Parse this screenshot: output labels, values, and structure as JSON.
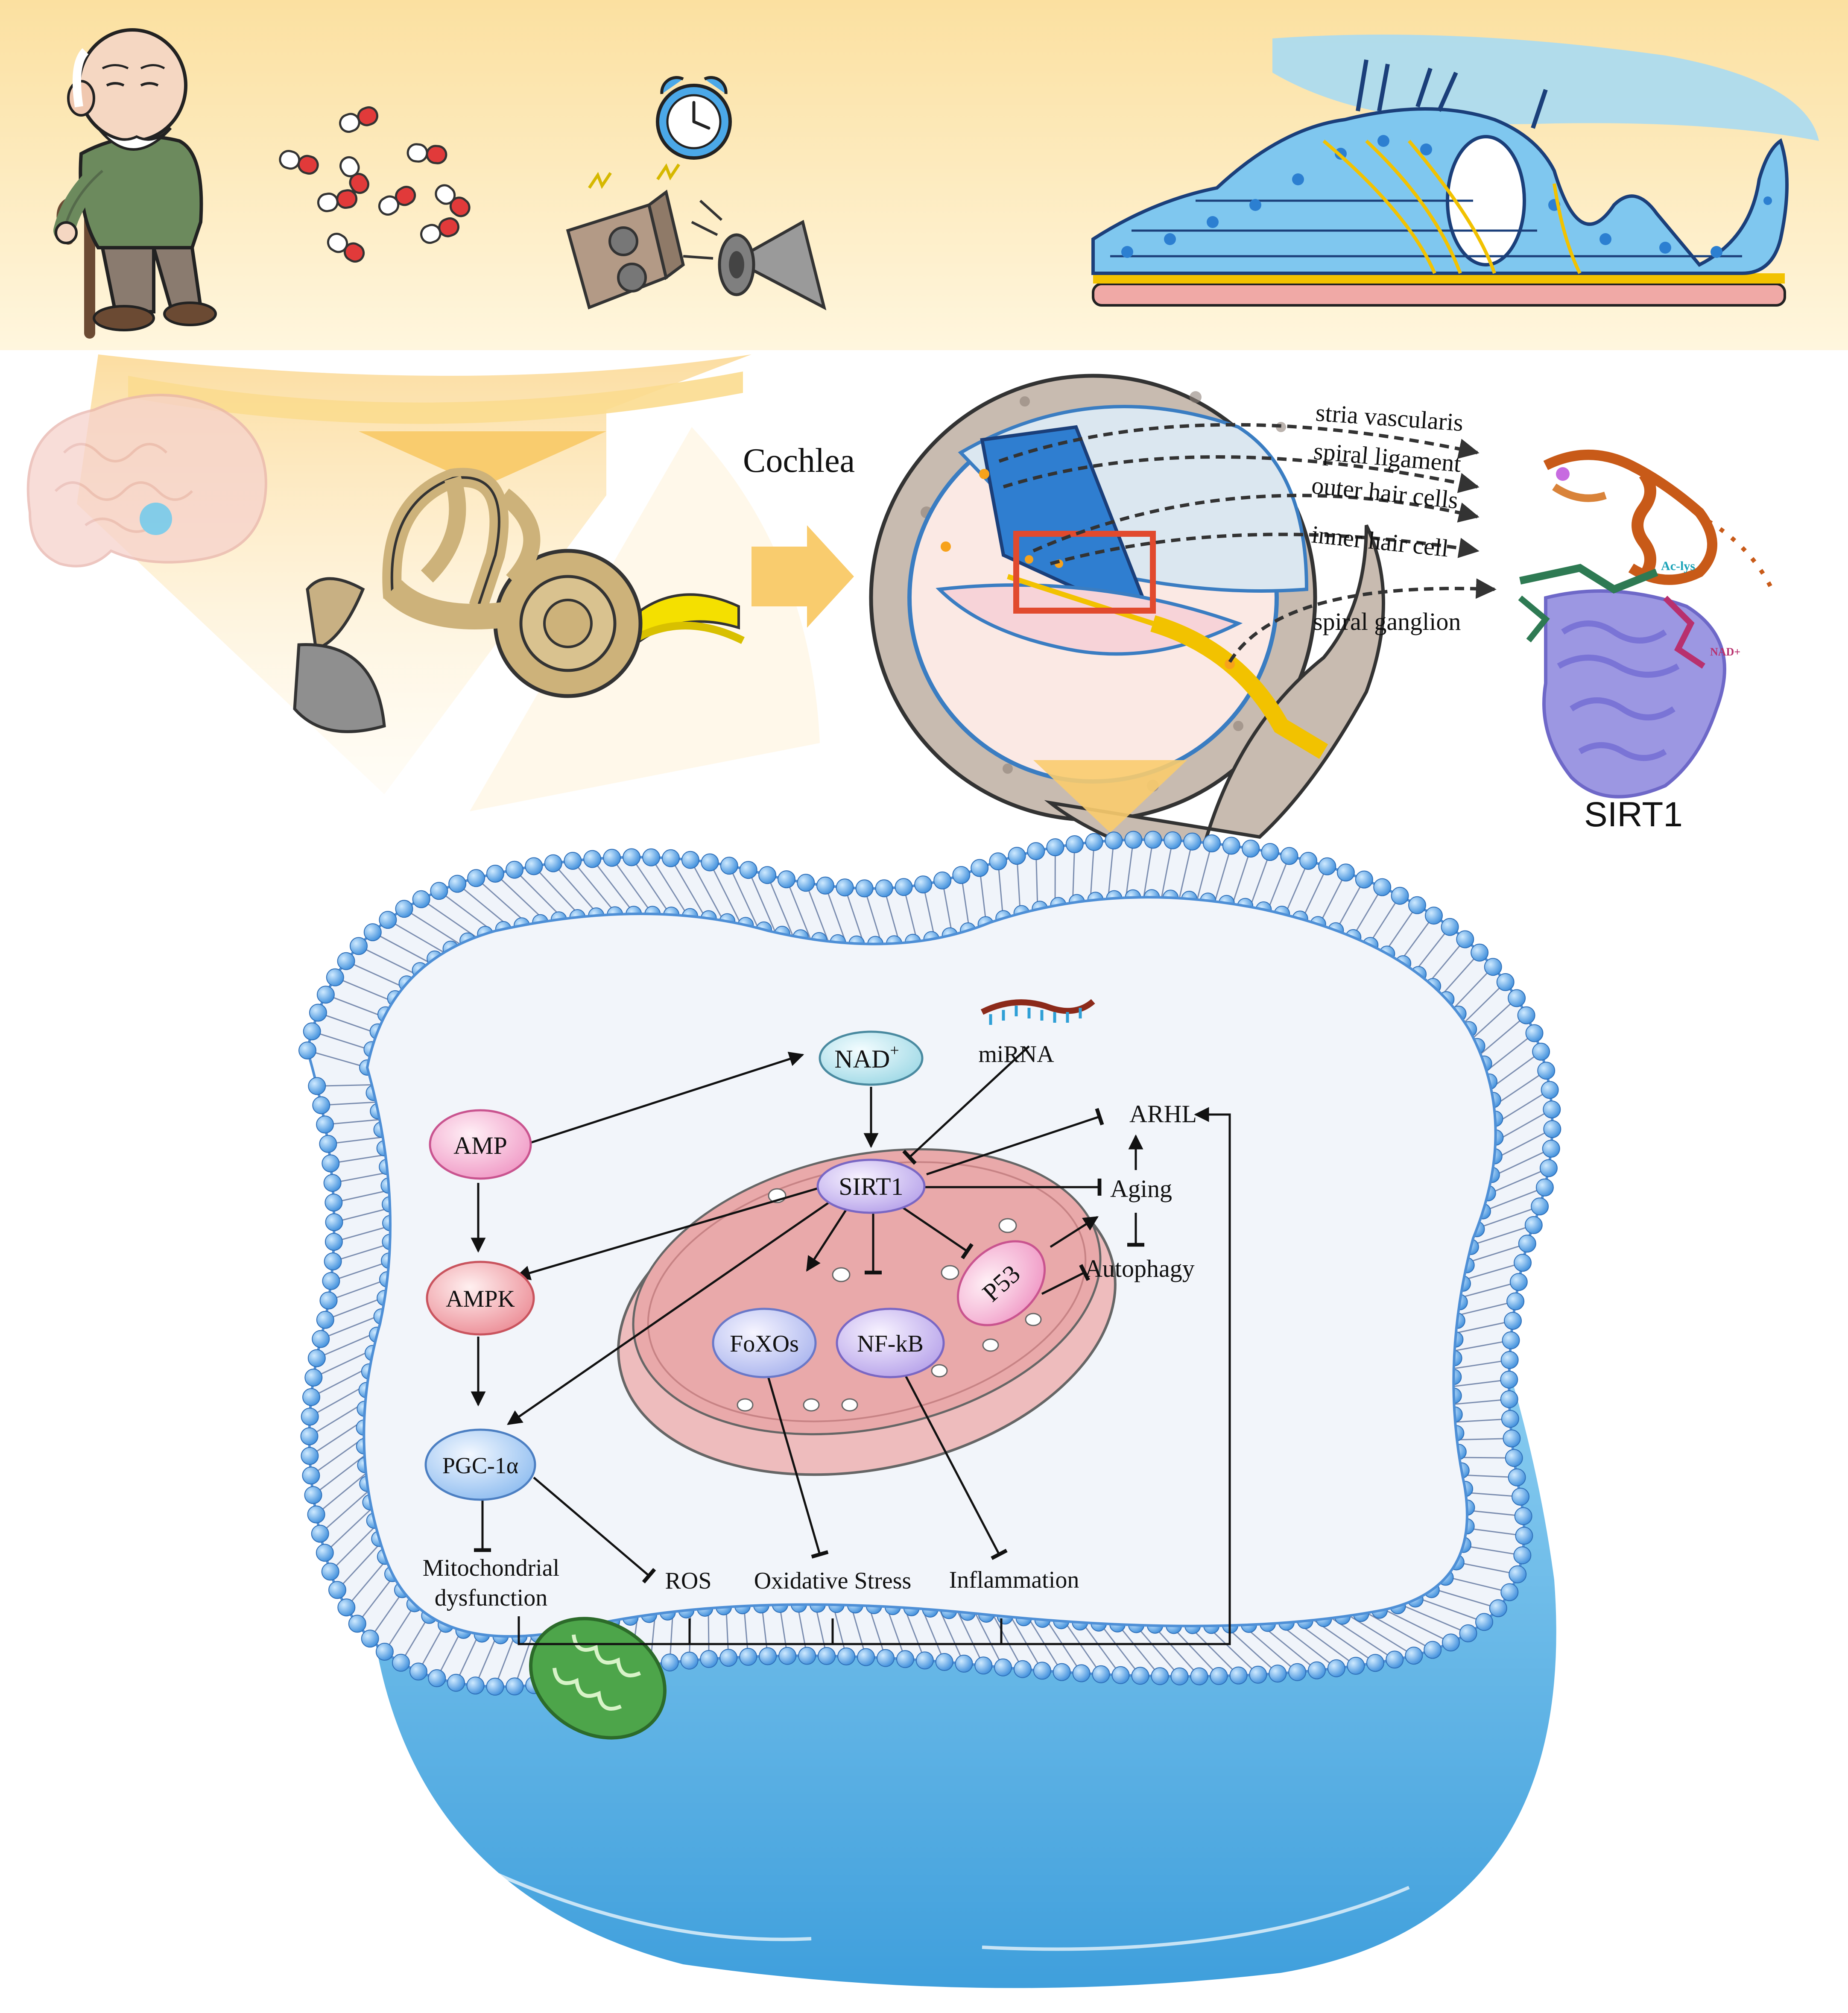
{
  "labels": {
    "cochlea": "Cochlea",
    "stria_vascularis": "stria vascularis",
    "spiral_ligament": "spiral ligament",
    "outer_hair_cells": "outer hair cells",
    "inner_hair_cell": "inner hair cell",
    "spiral_ganglion": "spiral ganglion",
    "sirt1_protein": "SIRT1",
    "ac_lys": "Ac-lys",
    "nad_protein": "NAD+"
  },
  "pathway": {
    "nad": "NAD",
    "nad_sup": "+",
    "mirna": "miRNA",
    "amp": "AMP",
    "ampk": "AMPK",
    "sirt1": "SIRT1",
    "p53": "P53",
    "foxos": "FoXOs",
    "nfkb": "NF-kB",
    "pgc": "PGC-1α",
    "arhl": "ARHL",
    "aging": "Aging",
    "autophagy": "Autophagy",
    "mito1": "Mitochondrial",
    "mito2": "dysfunction",
    "ros": "ROS",
    "oxidative": "Oxidative Stress",
    "inflammation": "Inflammation"
  },
  "colors": {
    "top_band": "#fbe3a6",
    "arrow_yellow": "#f9cc6e",
    "membrane": "#5aa6e8",
    "nucleus": "#e9a9aa",
    "cell_interior": "#f1f5fb"
  }
}
